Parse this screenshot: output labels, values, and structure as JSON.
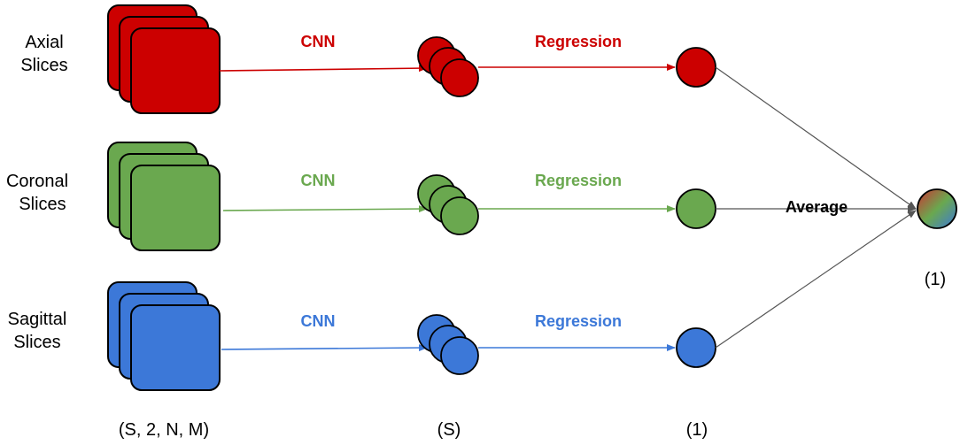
{
  "rows": [
    {
      "label_line1": "Axial",
      "label_line2": "Slices",
      "cnn_label": "CNN",
      "regression_label": "Regression",
      "color": "#cc0000"
    },
    {
      "label_line1": "Coronal",
      "label_line2": "Slices",
      "cnn_label": "CNN",
      "regression_label": "Regression",
      "color": "#6aa84f"
    },
    {
      "label_line1": "Sagittal",
      "label_line2": "Slices",
      "cnn_label": "CNN",
      "regression_label": "Regression",
      "color": "#3c78d8"
    }
  ],
  "average_label": "Average",
  "output_dim": "(1)",
  "dims": {
    "input": "(S, 2, N, M)",
    "features": "(S)",
    "regression": "(1)"
  },
  "colors": {
    "outline": "#000000",
    "connector": "#444444"
  }
}
